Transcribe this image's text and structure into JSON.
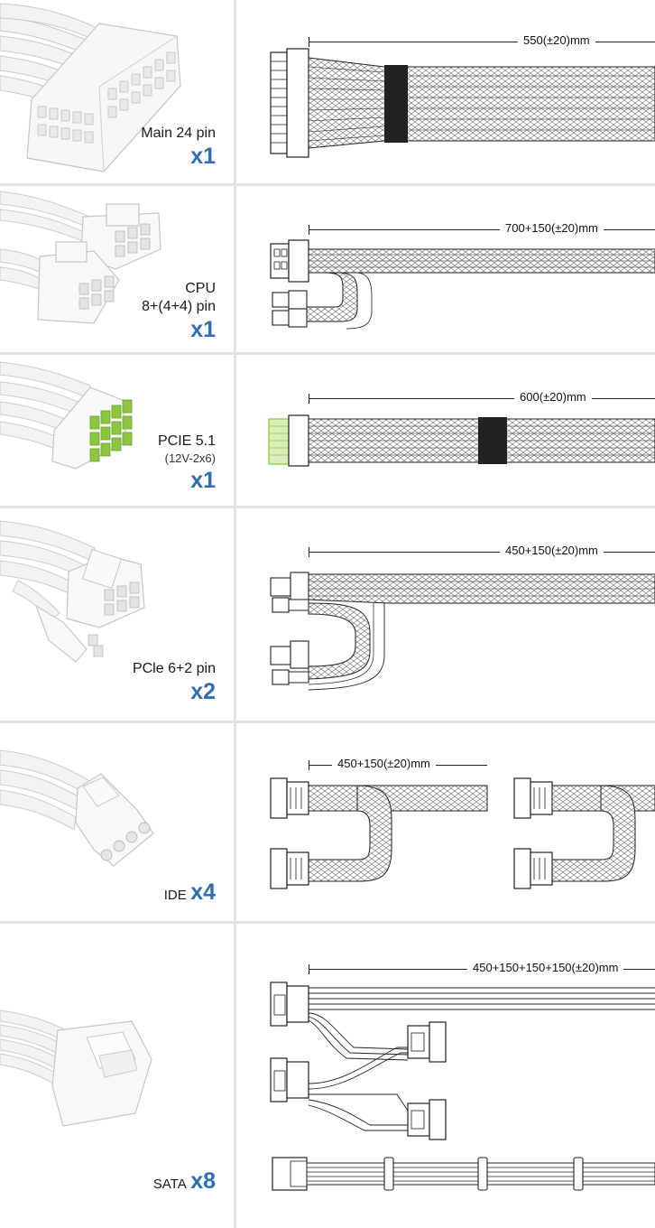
{
  "rows": [
    {
      "name": "Main 24 pin",
      "qty": "x1",
      "length": "550(±20)mm"
    },
    {
      "name": "CPU",
      "sub": "8+(4+4) pin",
      "qty": "x1",
      "length": "700+150(±20)mm"
    },
    {
      "name": "PCIE 5.1",
      "sub": "(12V-2x6)",
      "qty": "x1",
      "length": "600(±20)mm"
    },
    {
      "name": "PCle 6+2 pin",
      "qty": "x2",
      "length": "450+150(±20)mm"
    },
    {
      "name": "IDE",
      "qty": "x4",
      "length": "450+150(±20)mm"
    },
    {
      "name": "SATA",
      "qty": "x8",
      "length": "450+150+150+150(±20)mm"
    }
  ],
  "colors": {
    "qty": "#2f6eb5",
    "divider": "#e2e2e2",
    "line_art": "#222222",
    "sleeve_band": "#222222",
    "pcie_tip": "#8cc63f"
  },
  "icons": [
    "main-24pin-connector-photo",
    "cpu-connector-photo",
    "pcie51-connector-photo",
    "pcie-6-2-connector-photo",
    "ide-molex-connector-photo",
    "sata-connector-photo"
  ]
}
